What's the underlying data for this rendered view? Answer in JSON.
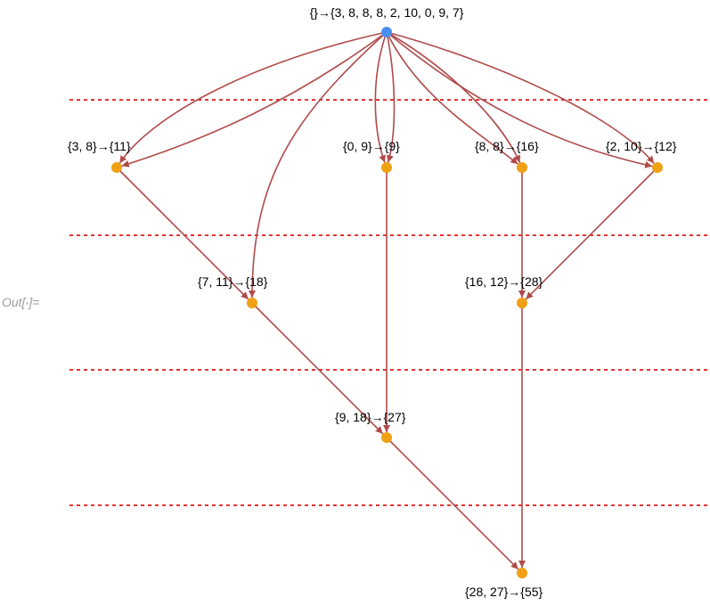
{
  "prompt": {
    "prefix": "Out[",
    "bullet": "•",
    "suffix": "]="
  },
  "graph": {
    "edge_color": "#b04a4a",
    "level_line_color": "#e01818",
    "nodes": [
      {
        "id": "root",
        "label": "{}→{3, 8, 8, 8, 2, 10, 0, 9, 7}",
        "color": "#4a8ff0"
      },
      {
        "id": "n1",
        "label": "{3, 8}→{11}",
        "color": "#f0a014"
      },
      {
        "id": "n2",
        "label": "{0, 9}→{9}",
        "color": "#f0a014"
      },
      {
        "id": "n3",
        "label": "{8, 8}→{16}",
        "color": "#f0a014"
      },
      {
        "id": "n4",
        "label": "{2, 10}→{12}",
        "color": "#f0a014"
      },
      {
        "id": "n5",
        "label": "{7, 11}→{18}",
        "color": "#f0a014"
      },
      {
        "id": "n6",
        "label": "{16, 12}→{28}",
        "color": "#f0a014"
      },
      {
        "id": "n7",
        "label": "{9, 18}→{27}",
        "color": "#f0a014"
      },
      {
        "id": "n8",
        "label": "{28, 27}→{55}",
        "color": "#f0a014"
      }
    ],
    "edges": [
      [
        "root",
        "n1"
      ],
      [
        "root",
        "n1"
      ],
      [
        "root",
        "n5"
      ],
      [
        "root",
        "n2"
      ],
      [
        "root",
        "n2"
      ],
      [
        "root",
        "n3"
      ],
      [
        "root",
        "n3"
      ],
      [
        "root",
        "n4"
      ],
      [
        "root",
        "n4"
      ],
      [
        "n1",
        "n5"
      ],
      [
        "n2",
        "n7"
      ],
      [
        "n3",
        "n6"
      ],
      [
        "n4",
        "n6"
      ],
      [
        "n5",
        "n7"
      ],
      [
        "n7",
        "n8"
      ],
      [
        "n6",
        "n8"
      ]
    ]
  }
}
